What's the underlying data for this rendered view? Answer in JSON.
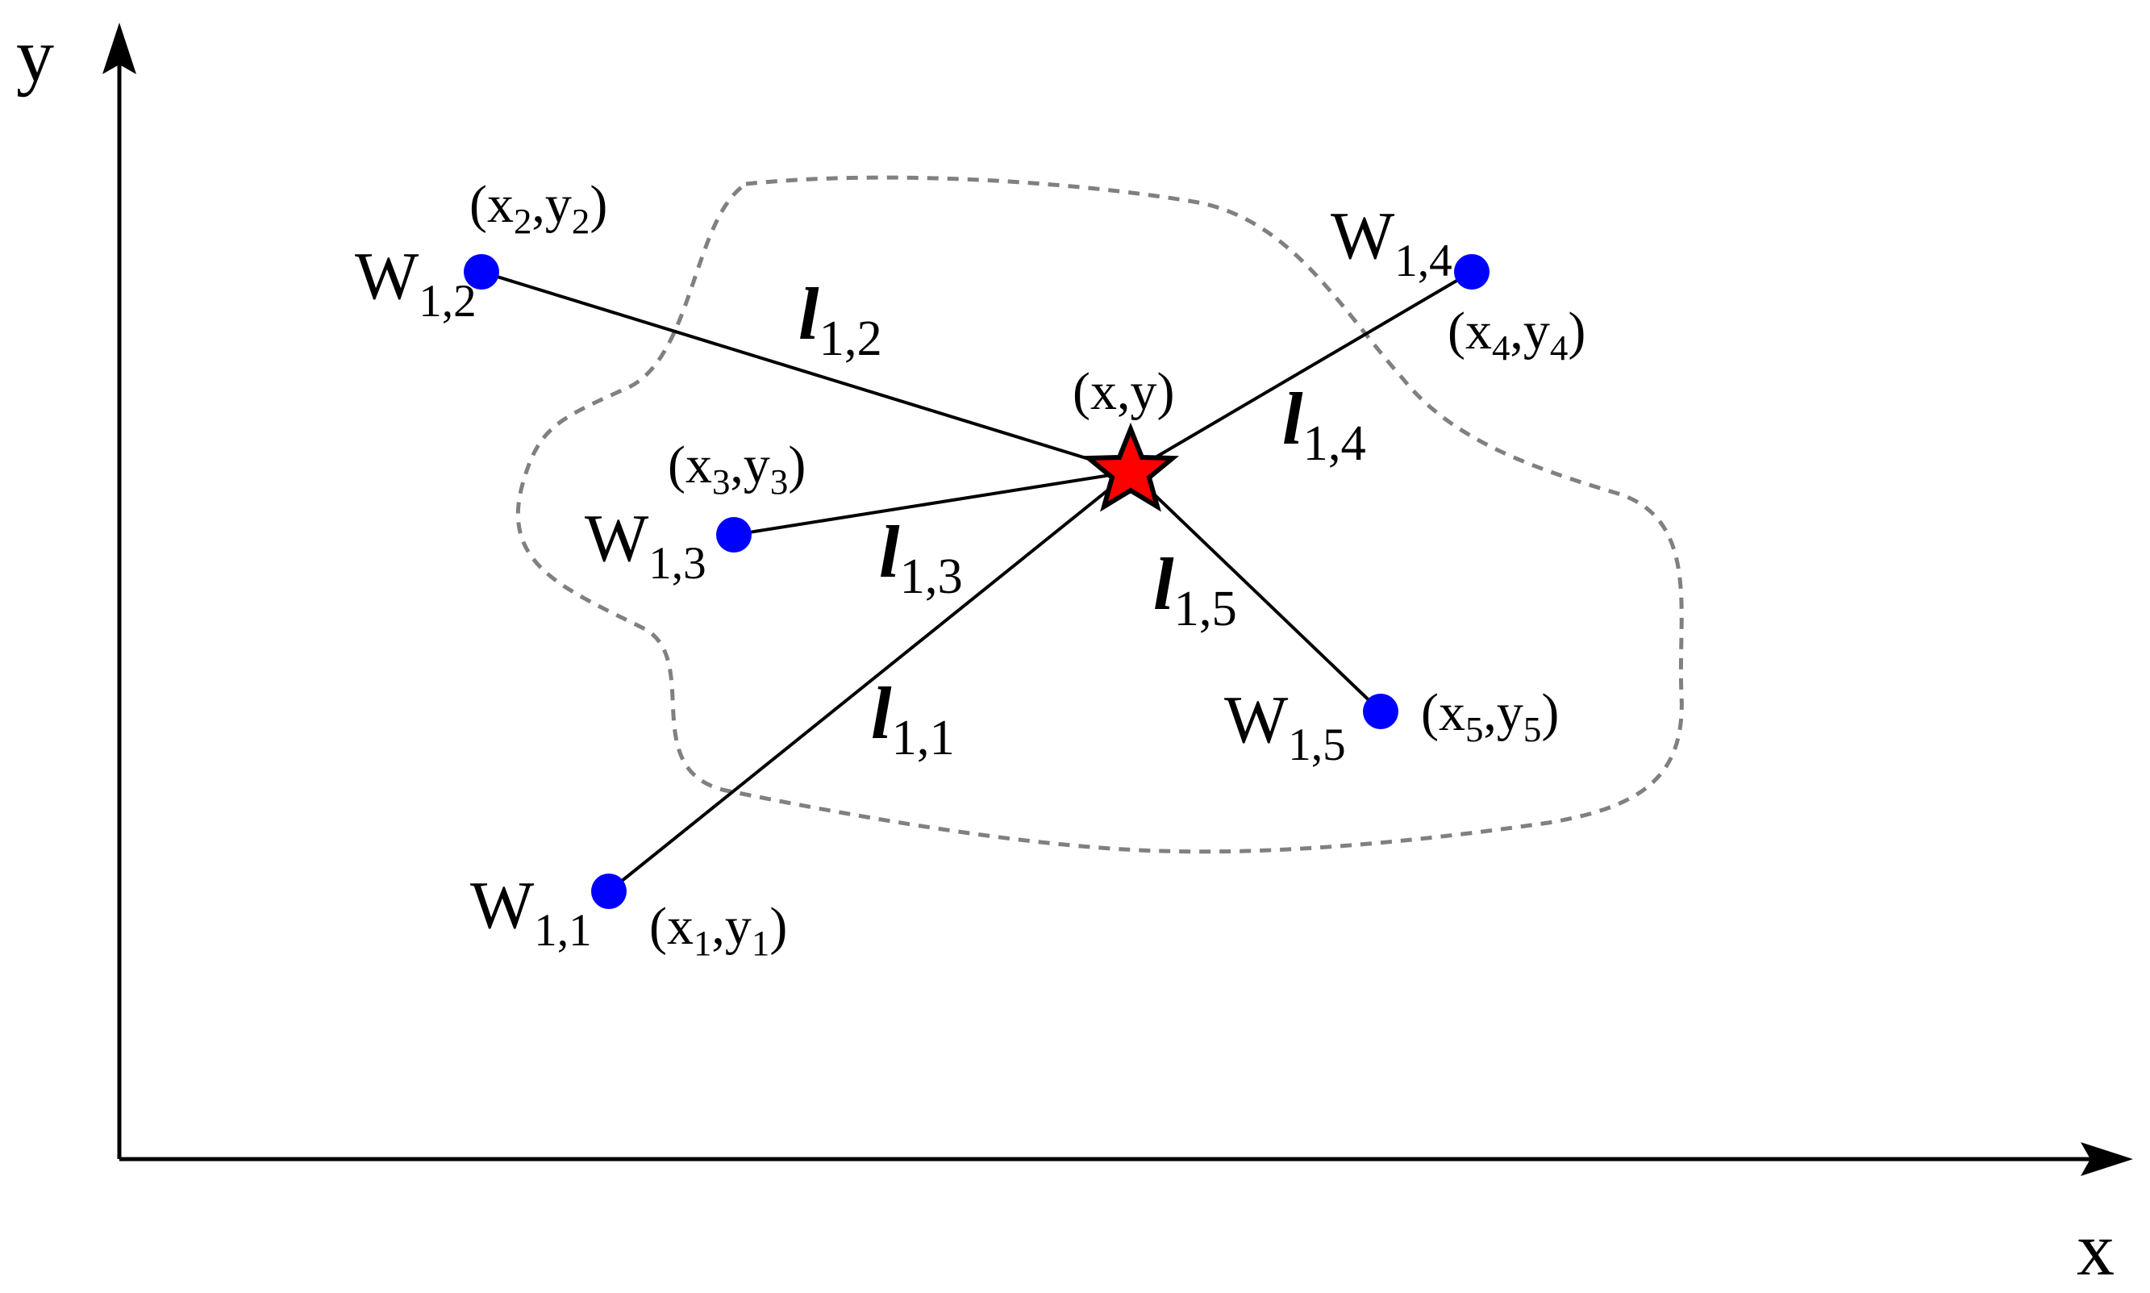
{
  "axes": {
    "x_label": "x",
    "y_label": "y"
  },
  "target": {
    "label": "(x,y)",
    "color": "#ff0000",
    "stroke": "#000000"
  },
  "node_color": "#0000ff",
  "boundary_color": "#808080",
  "nodes": [
    {
      "id": "1",
      "name": {
        "base": "W",
        "sub": "1,1"
      },
      "coord": {
        "x": "x",
        "xs": "1",
        "sep": ",",
        "y": "y",
        "ys": "1"
      },
      "edge": {
        "base": "l",
        "sub": "1,1"
      }
    },
    {
      "id": "2",
      "name": {
        "base": "W",
        "sub": "1,2"
      },
      "coord": {
        "x": "x",
        "xs": "2",
        "sep": ",",
        "y": "y",
        "ys": "2"
      },
      "edge": {
        "base": "l",
        "sub": "1,2"
      }
    },
    {
      "id": "3",
      "name": {
        "base": "W",
        "sub": "1,3"
      },
      "coord": {
        "x": "x",
        "xs": "3",
        "sep": ",",
        "y": "y",
        "ys": "3"
      },
      "edge": {
        "base": "l",
        "sub": "1,3"
      }
    },
    {
      "id": "4",
      "name": {
        "base": "W",
        "sub": "1,4"
      },
      "coord": {
        "x": "x",
        "xs": "4",
        "sep": ",",
        "y": "y",
        "ys": "4"
      },
      "edge": {
        "base": "l",
        "sub": "1,4"
      }
    },
    {
      "id": "5",
      "name": {
        "base": "W",
        "sub": "1,5"
      },
      "coord": {
        "x": "x",
        "xs": "5",
        "sep": ",",
        "y": "y",
        "ys": "5"
      },
      "edge": {
        "base": "l",
        "sub": "1,5"
      }
    }
  ]
}
